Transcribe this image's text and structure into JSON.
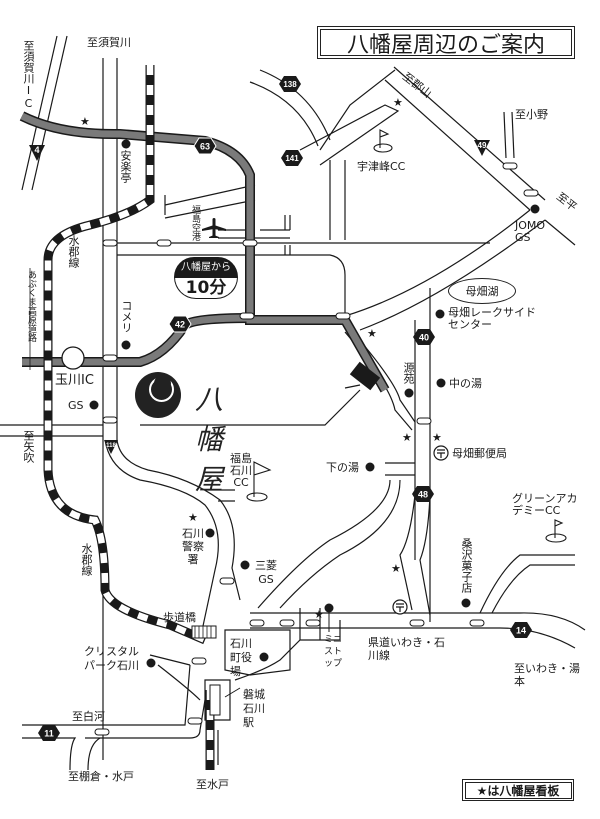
{
  "title": "八幡屋周辺のご案内",
  "legend": "★は八幡屋看板",
  "brand": {
    "name": "八幡屋"
  },
  "travel_time": {
    "caption": "八幡屋から",
    "value": "10分"
  },
  "colors": {
    "ink": "#1a1a1a",
    "highway": "#7a7a7a",
    "rail_dark": "#1a1a1a",
    "paper": "#ffffff"
  },
  "routes": [
    "4",
    "138",
    "63",
    "141",
    "49",
    "42",
    "40",
    "48",
    "118",
    "14",
    "11"
  ],
  "destinations": {
    "sukagawa_ic": "至須賀川IC",
    "sukagawa": "至須賀川",
    "koriyama": "至郡山",
    "ono": "至小野",
    "taira": "至平",
    "yabuki": "至矢吹",
    "shirakawa": "至白河",
    "tanagura_mito": "至棚倉・水戸",
    "mito": "至水戸",
    "iwaki_yumoto": "至いわき・湯本"
  },
  "roads": {
    "abukuma": "あぶくま高原道路",
    "suigun_north": "水郡線",
    "suigun_south": "水郡線",
    "prefectural": "県道いわき・石川線",
    "footbridge": "歩道橋"
  },
  "places": {
    "anrakutei": "安楽亭",
    "fukushima_airport": "福島空港",
    "komeri": "コメリ",
    "tamakawa_ic": "玉川IC",
    "gs_west": "GS",
    "utsumine_cc": "宇津峰CC",
    "jomo_gs": "JOMO GS",
    "bohata_lake": "母畑湖",
    "lakeside_center": "母畑レークサイドセンター",
    "genen": "源苑",
    "naka_no_yu": "中の湯",
    "shimo_no_yu": "下の湯",
    "bohata_post": "母畑郵便局",
    "fukushima_ishikawa_cc": "福島石川CC",
    "police": "石川警察署",
    "mitsubishi_gs": "三菱GS",
    "green_academy_cc": "グリーンアカデミーCC",
    "kuwazawa": "桑沢菓子店",
    "ishikawa_town_office": "石川町役場",
    "crystal_park": "クリスタルパーク石川",
    "ministop": "ミニストップ",
    "iwaki_ishikawa_station": "磐城石川駅"
  }
}
